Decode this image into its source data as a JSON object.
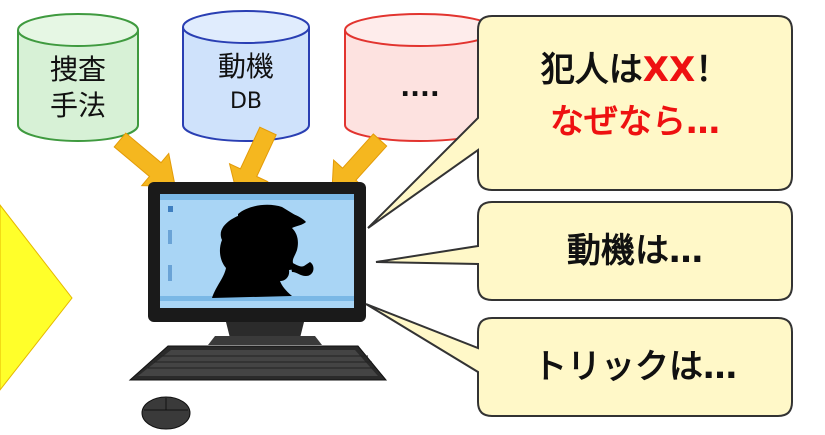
{
  "databases": [
    {
      "line1": "捜査",
      "line2": "手法",
      "fill": "#d7f1d6",
      "stroke": "#3f9a3f"
    },
    {
      "line1": "動機",
      "line2": "DB",
      "fill": "#cfe2fb",
      "stroke": "#2a3fb3"
    },
    {
      "line1": "....",
      "line2": "",
      "fill": "#fde2e0",
      "stroke": "#e2342f"
    }
  ],
  "bubbles": {
    "culprit": {
      "prefix": "犯人は",
      "highlight": "XX",
      "suffix": "！",
      "line2": "なぜなら…"
    },
    "motive": {
      "text": "動機は…"
    },
    "trick": {
      "text": "トリックは…"
    }
  },
  "colors": {
    "arrow": "#f5b71f",
    "bubble_fill": "#fff8c8",
    "highlight": "#ee1111",
    "screen": "#a9d5f5",
    "yellow_arrow": "#ffff2a"
  },
  "icons": {
    "computer": "computer-icon",
    "detective": "detective-silhouette-icon",
    "mouse": "mouse-icon"
  }
}
